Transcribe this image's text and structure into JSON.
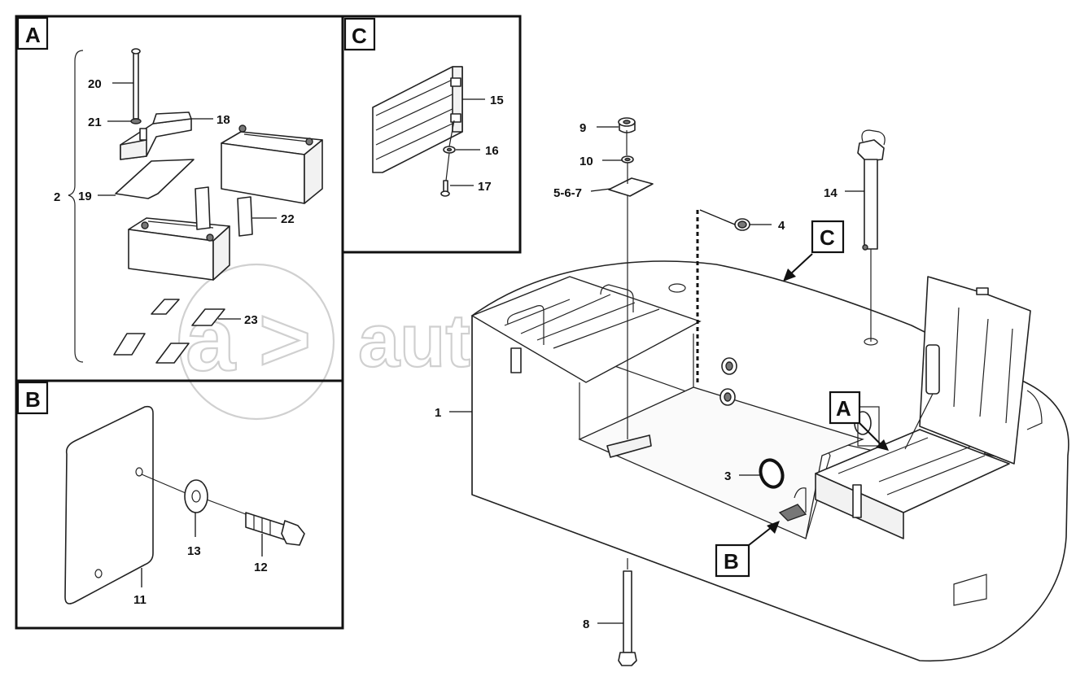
{
  "watermark": {
    "text": "autopiter.ru",
    "badge_left": "a",
    "badge_right": ">"
  },
  "panels": {
    "a": {
      "label": "A"
    },
    "b": {
      "label": "B"
    },
    "c": {
      "label": "C"
    }
  },
  "callouts": {
    "main": {
      "a": "A",
      "b": "B",
      "c": "C"
    }
  },
  "part_numbers": {
    "p1": "1",
    "p2": "2",
    "p3": "3",
    "p4": "4",
    "p5_6_7": "5-6-7",
    "p8": "8",
    "p9": "9",
    "p10": "10",
    "p11": "11",
    "p12": "12",
    "p13": "13",
    "p14": "14",
    "p15": "15",
    "p16": "16",
    "p17": "17",
    "p18": "18",
    "p19": "19",
    "p20": "20",
    "p21": "21",
    "p22": "22",
    "p23": "23"
  }
}
